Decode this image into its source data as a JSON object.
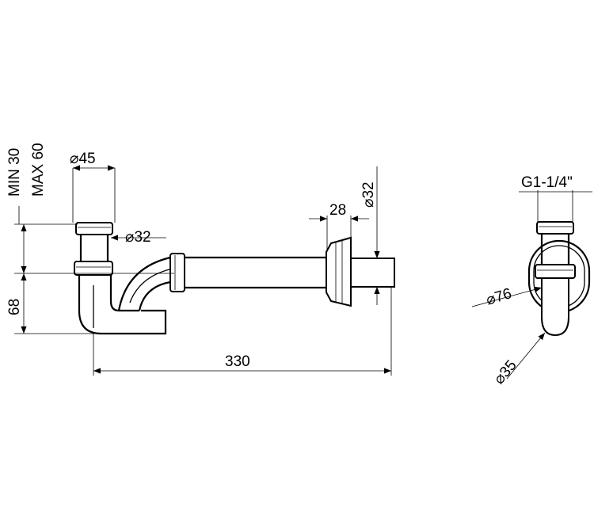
{
  "labels": {
    "min_depth": "MIN 30",
    "max_depth": "MAX 60",
    "inlet_diameter": "45",
    "tail_diameter": "32",
    "height": "68",
    "length": "330",
    "flange_width": "28",
    "outlet_diameter": "32",
    "thread": "G1-1/4\"",
    "rosette_diameter": "76",
    "bottle_diameter": "35"
  },
  "symbols": {
    "diameter": "⌀"
  }
}
